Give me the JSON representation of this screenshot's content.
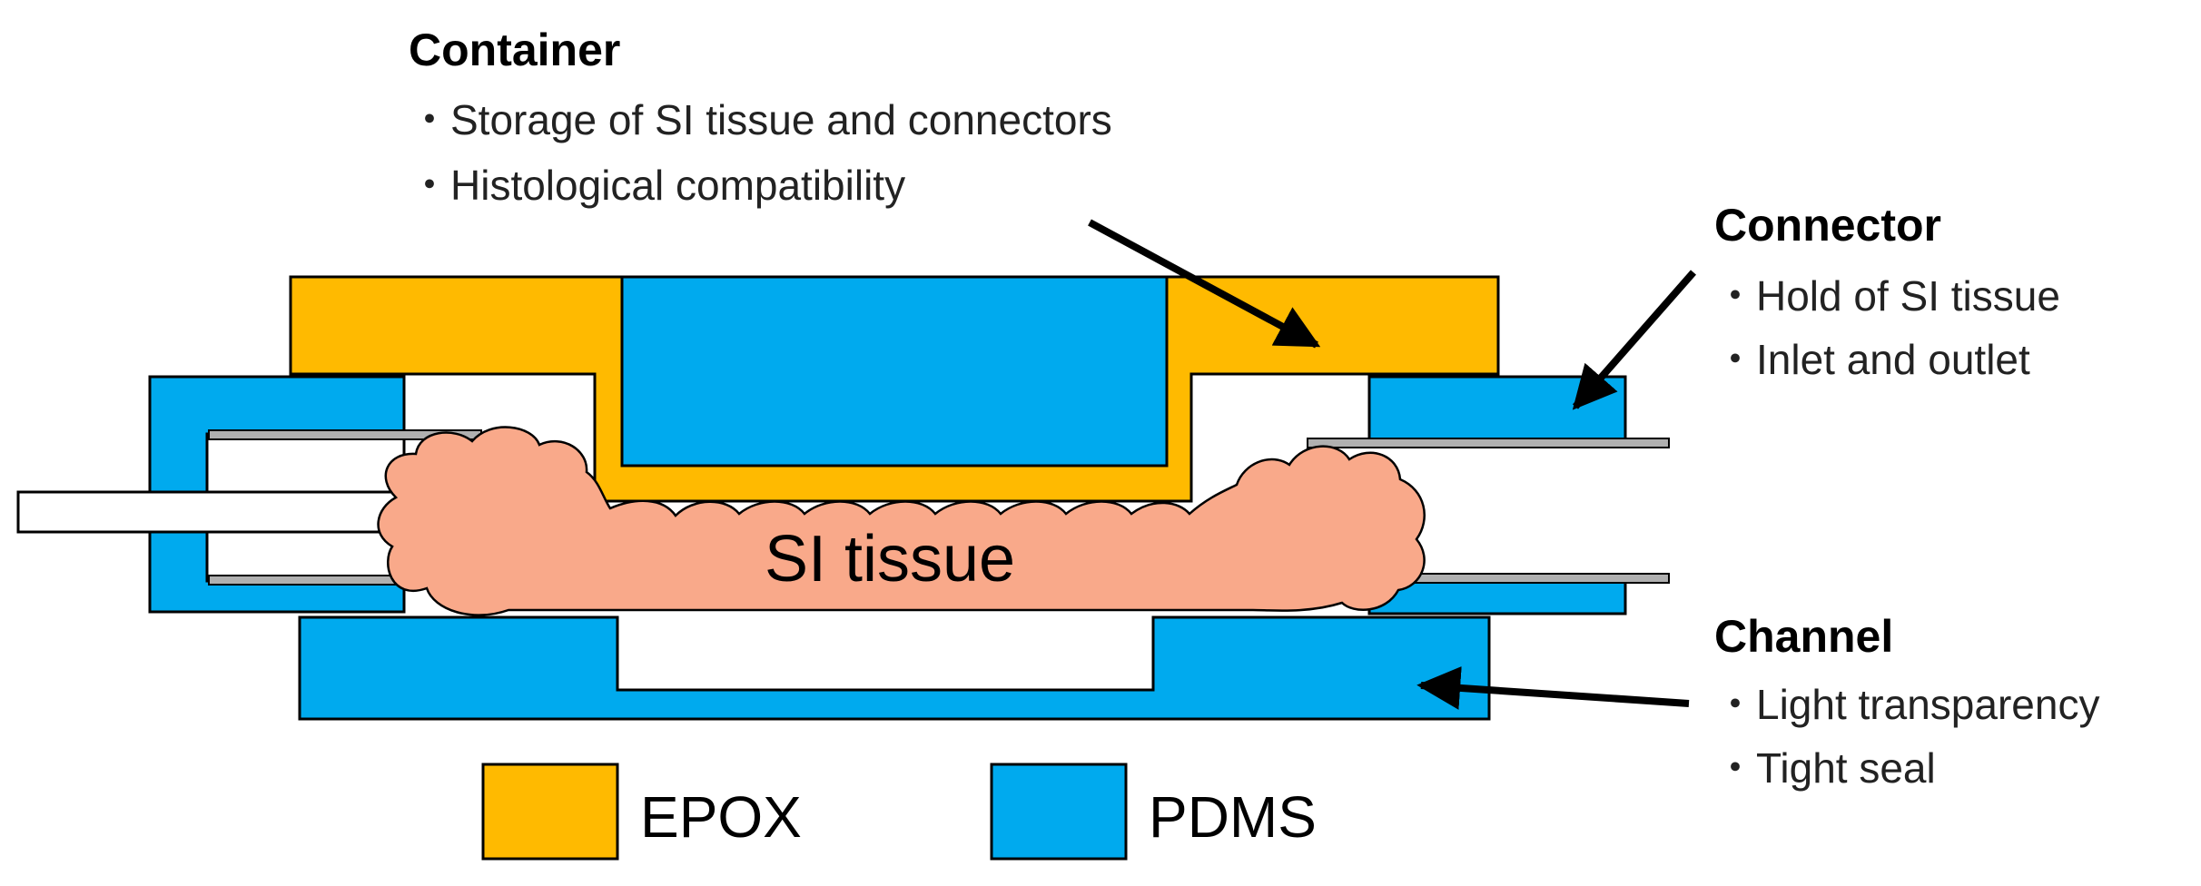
{
  "annotations": {
    "container": {
      "title": "Container",
      "bullets": [
        "・Storage of SI tissue and connectors",
        "・Histological compatibility"
      ]
    },
    "connector": {
      "title": "Connector",
      "bullets": [
        "・Hold of SI tissue",
        "・Inlet and outlet"
      ]
    },
    "channel": {
      "title": "Channel",
      "bullets": [
        "・Light transparency",
        "・Tight seal"
      ]
    }
  },
  "tissue_label": "SI tissue",
  "legend": [
    {
      "label": "EPOX",
      "color": "#FFBA00"
    },
    {
      "label": "PDMS",
      "color": "#00AAEE"
    }
  ],
  "colors": {
    "epox": "#FFBA00",
    "pdms": "#00AAEE",
    "tissue": "#F9A98A",
    "tube": "#B0B0B0"
  }
}
